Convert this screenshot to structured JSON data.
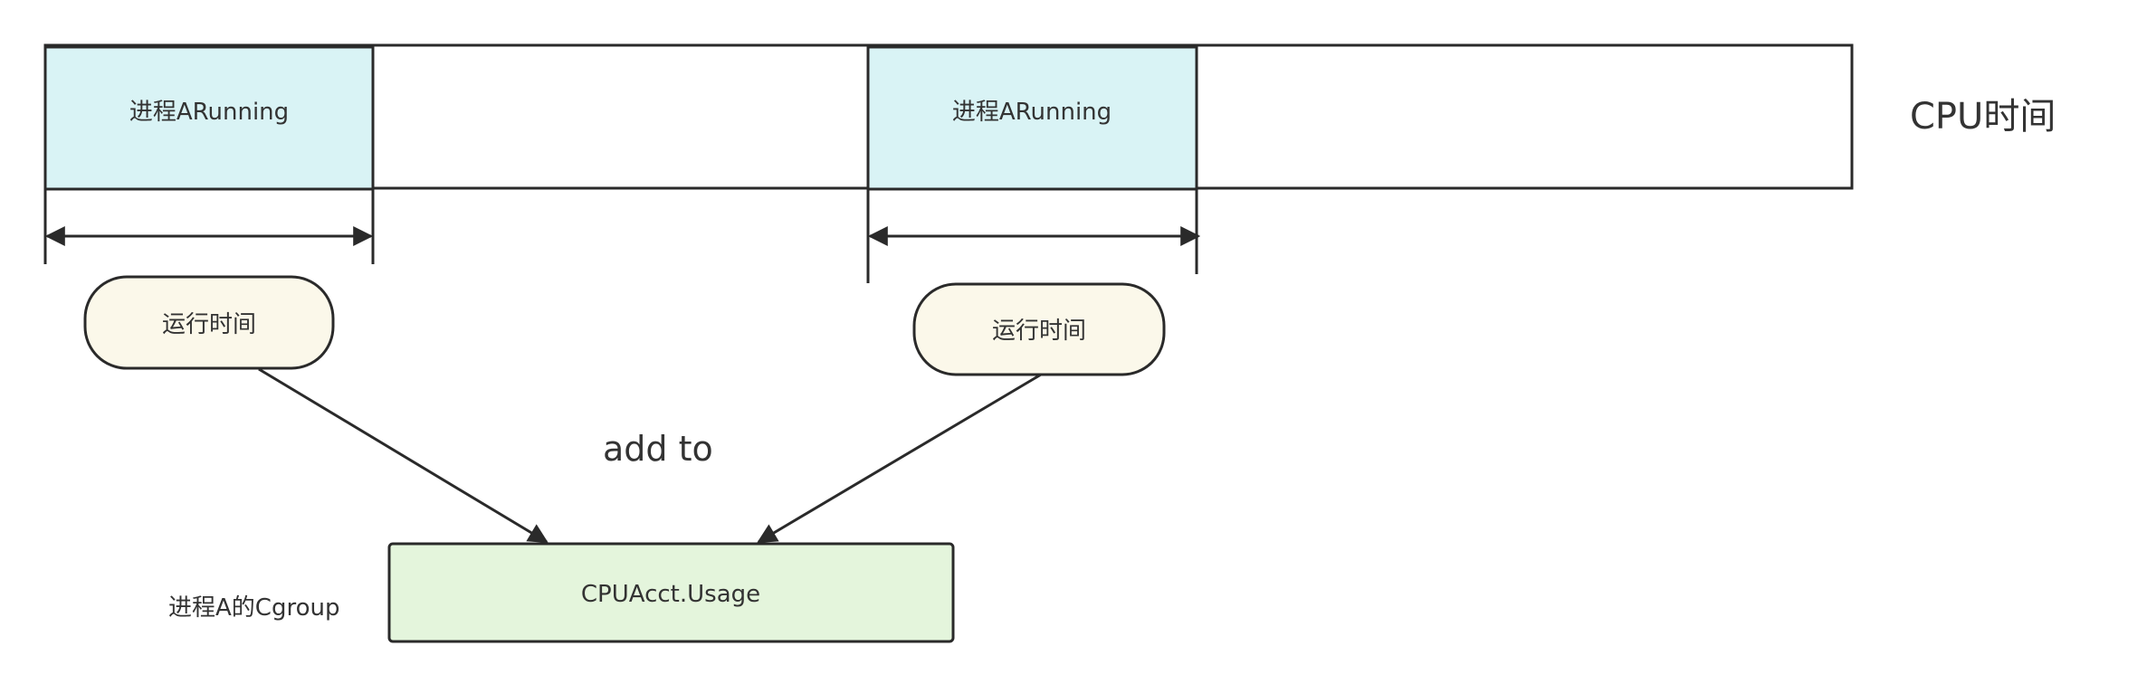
{
  "diagram": {
    "timeline_label": "CPU时间",
    "running_blocks": [
      {
        "label": "进程ARunning"
      },
      {
        "label": "进程ARunning"
      }
    ],
    "duration_pills": [
      {
        "label": "运行时间"
      },
      {
        "label": "运行时间"
      }
    ],
    "edge_label": "add to",
    "target_box": {
      "label": "CPUAcct.Usage"
    },
    "group_label": "进程A的Cgroup",
    "colors": {
      "stroke": "#2a2a2a",
      "running_fill": "#d9f3f5",
      "pill_fill": "#fbf8ea",
      "target_fill": "#e4f5dc",
      "text": "#333333"
    }
  }
}
